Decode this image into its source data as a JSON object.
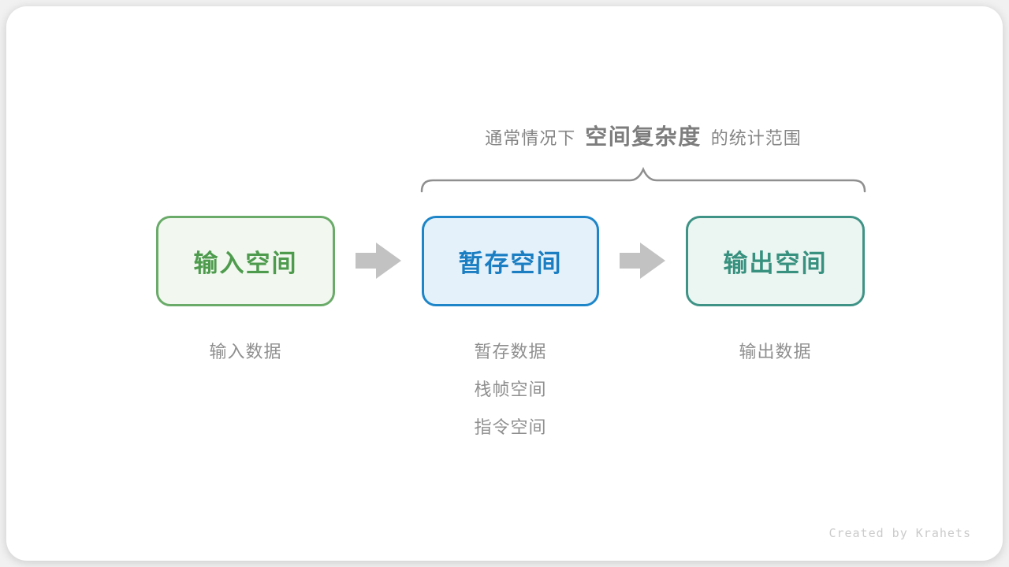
{
  "title": {
    "prefix": "通常情况下",
    "highlight": "空间复杂度",
    "suffix": "的统计范围"
  },
  "boxes": [
    {
      "label": "输入空间",
      "theme": "green",
      "border": "#6aab69",
      "background": "#f2f8ef",
      "text": "#4e9b4e"
    },
    {
      "label": "暂存空间",
      "theme": "blue",
      "border": "#1e86c8",
      "background": "#e4f1fb",
      "text": "#1b7ec2"
    },
    {
      "label": "输出空间",
      "theme": "teal",
      "border": "#3f9386",
      "background": "#ebf5f1",
      "text": "#38917f"
    }
  ],
  "labels": {
    "input": [
      "输入数据"
    ],
    "temp": [
      "暂存数据",
      "栈帧空间",
      "指令空间"
    ],
    "output": [
      "输出数据"
    ]
  },
  "icons": {
    "arrow": "arrow-right-icon",
    "brace": "curly-brace-icon"
  },
  "colors": {
    "arrow": "#c2c2c2",
    "brace": "#8f8f8f",
    "title_text": "#858585",
    "note_text": "#8f8f8f",
    "credit_text": "#cbcbcb",
    "card_background": "#ffffff"
  },
  "credit": "Created by Krahets"
}
